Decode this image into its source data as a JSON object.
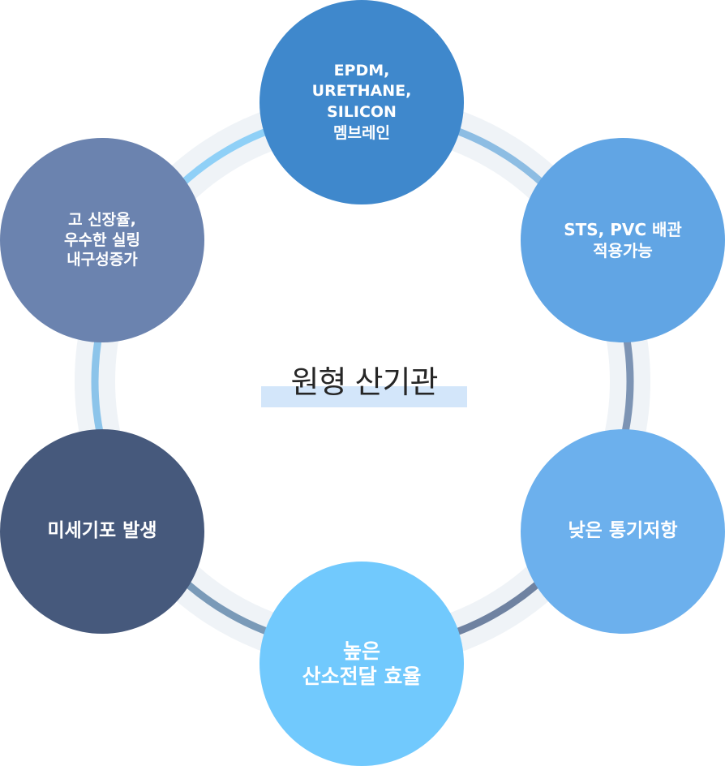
{
  "diagram": {
    "title": "원형 산기관",
    "title_highlight_color": "#d3e6fa",
    "ring_band_color": "#eff3f7",
    "nodes": [
      {
        "id": "top",
        "label": "EPDM,\nURETHANE,\nSILICON\n멤브레인",
        "color": "#3f88cc"
      },
      {
        "id": "top-right",
        "label": "STS, PVC 배관\n적용가능",
        "color": "#61a5e4"
      },
      {
        "id": "bottom-right",
        "label": "낮은 통기저항",
        "color": "#6cb0ed"
      },
      {
        "id": "bottom",
        "label": "높은\n산소전달 효율",
        "color": "#71c9fd"
      },
      {
        "id": "bottom-left",
        "label": "미세기포 발생",
        "color": "#46597c"
      },
      {
        "id": "top-left",
        "label": "고 신장율,\n우수한 실링\n내구성증가",
        "color": "#6b83af"
      }
    ],
    "connectors": [
      {
        "from": "top-left",
        "to": "top",
        "color": "#8fd0f7"
      },
      {
        "from": "top",
        "to": "top-right",
        "color": "#8dbde3"
      },
      {
        "from": "top-right",
        "to": "bottom-right",
        "color": "#7d94b4"
      },
      {
        "from": "bottom-right",
        "to": "bottom",
        "color": "#6f82a1"
      },
      {
        "from": "bottom",
        "to": "bottom-left",
        "color": "#7a9ab8"
      },
      {
        "from": "bottom-left",
        "to": "top-left",
        "color": "#8cc4ea"
      }
    ]
  }
}
